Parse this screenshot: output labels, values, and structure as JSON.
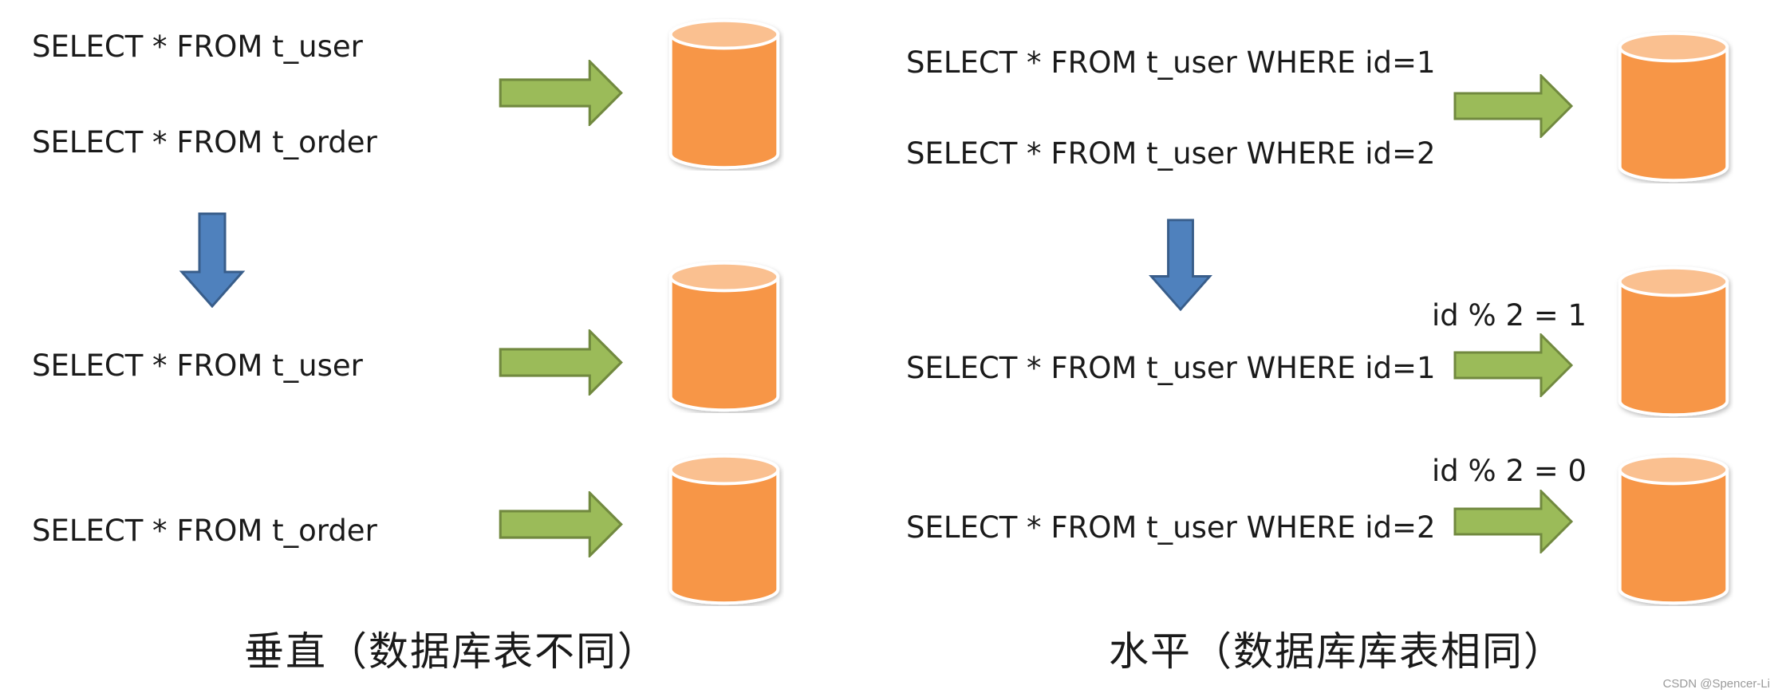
{
  "vertical": {
    "before_queries": [
      "SELECT * FROM t_user",
      "SELECT * FROM t_order"
    ],
    "after_queries": [
      "SELECT * FROM t_user",
      "SELECT * FROM t_order"
    ],
    "caption": "垂直（数据库表不同）"
  },
  "horizontal": {
    "before_queries": [
      "SELECT * FROM t_user WHERE id=1",
      "SELECT * FROM t_user WHERE id=2"
    ],
    "after_queries": [
      "SELECT * FROM t_user WHERE id=1",
      "SELECT * FROM t_user WHERE id=2"
    ],
    "conditions": [
      "id % 2 = 1",
      "id % 2 = 0"
    ],
    "caption": "水平（数据库库表相同）"
  },
  "watermark": "CSDN @Spencer-Li",
  "colors": {
    "arrow_green": "#9bbb59",
    "arrow_green_stroke": "#71893f",
    "arrow_blue": "#4f81bd",
    "arrow_blue_stroke": "#385d8a",
    "cylinder_body": "#f79646",
    "cylinder_top": "#fac090",
    "cylinder_stroke": "#ffffff"
  },
  "icons": [
    "database-cylinder-icon",
    "right-arrow-icon",
    "down-arrow-icon"
  ]
}
